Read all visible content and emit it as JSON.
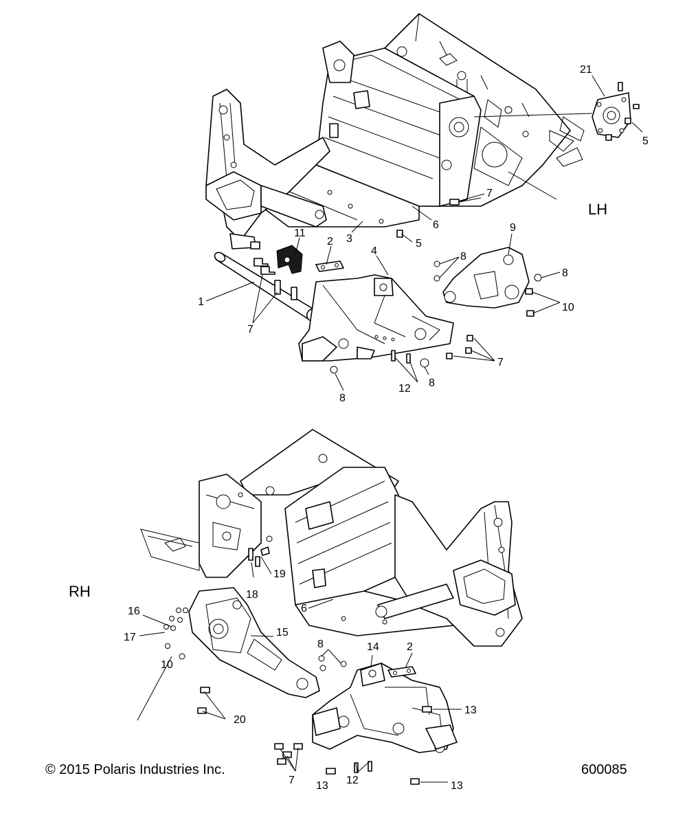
{
  "side_labels": {
    "lh": "LH",
    "rh": "RH"
  },
  "footer": {
    "copyright": "© 2015 Polaris Industries Inc.",
    "figure_number": "600085"
  },
  "callouts": {
    "upper": {
      "c1": "1",
      "c2": "2",
      "c3": "3",
      "c4": "4",
      "c5a": "5",
      "c5b": "5",
      "c6": "6",
      "c7a": "7",
      "c7b": "7",
      "c7c": "7",
      "c8a": "8",
      "c8b": "8",
      "c8c": "8",
      "c8d": "8",
      "c9": "9",
      "c10": "10",
      "c11": "11",
      "c12": "12",
      "c21": "21"
    },
    "lower": {
      "c2": "2",
      "c6": "6",
      "c7": "7",
      "c8": "8",
      "c10": "10",
      "c12": "12",
      "c13a": "13",
      "c13b": "13",
      "c13c": "13",
      "c14": "14",
      "c15": "15",
      "c16": "16",
      "c17": "17",
      "c18": "18",
      "c19": "19",
      "c20": "20"
    }
  }
}
